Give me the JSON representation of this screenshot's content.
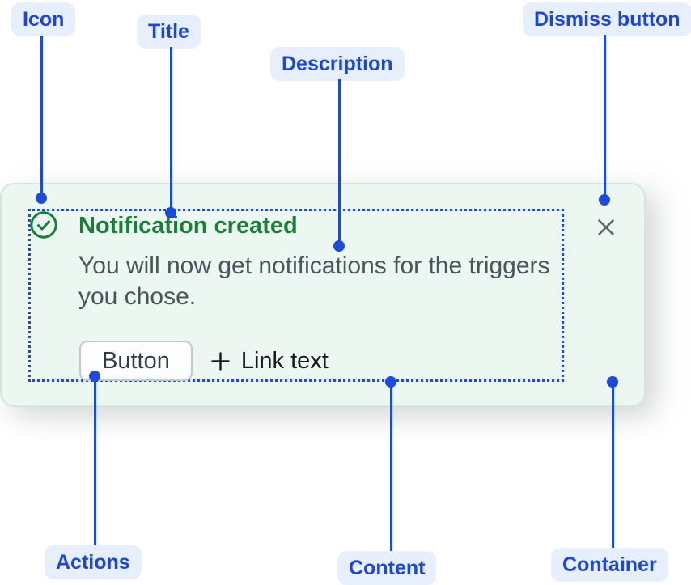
{
  "annotations": {
    "icon": {
      "label": "Icon"
    },
    "title": {
      "label": "Title"
    },
    "description": {
      "label": "Description"
    },
    "dismiss": {
      "label": "Dismiss button"
    },
    "actions": {
      "label": "Actions"
    },
    "content": {
      "label": "Content"
    },
    "container": {
      "label": "Container"
    }
  },
  "toast": {
    "title": "Notification created",
    "description": "You will now get notifications for the triggers you chose.",
    "button_label": "Button",
    "link_label": "Link text"
  },
  "icons": {
    "status": "check-circle-icon",
    "link_prefix": "plus-icon",
    "dismiss": "close-icon"
  },
  "colors": {
    "annotation_blue": "#1d4ad8",
    "annotation_pill_bg": "#e8effc",
    "success_green": "#188038",
    "toast_background": "#ebf7f0",
    "toast_border": "#cfe9d9",
    "dotted_outline": "#1d4ad8",
    "description_text": "#4b545b",
    "dismiss_gray": "#5d646e"
  }
}
